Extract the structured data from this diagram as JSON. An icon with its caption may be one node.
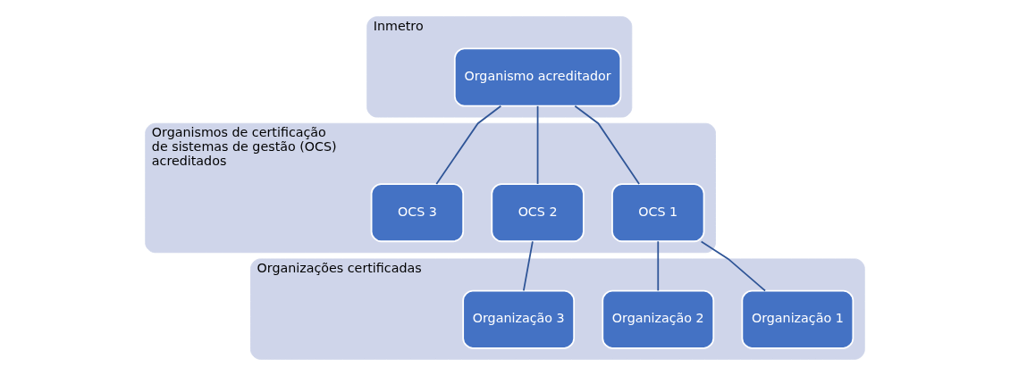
{
  "diagram": {
    "nodes": [
      {
        "text": [
          "Inmetro"
        ]
      },
      {
        "text": [
          "Organismo acreditador"
        ],
        "in": 0
      },
      {
        "text": [
          "Organismos de certificação de sistemas de gestão (OCS) acreditados"
        ]
      },
      {
        "text": [
          "OCS 1"
        ],
        "in": 2
      },
      {
        "text": [
          "OCS 2"
        ],
        "in": 2
      },
      {
        "text": [
          "OCS 3"
        ],
        "in": 2
      },
      {
        "text": [
          "Organizações certificadas"
        ]
      },
      {
        "text": [
          "Organização 1"
        ],
        "in": 6
      },
      {
        "text": [
          "Organização 2"
        ],
        "in": 6
      },
      {
        "text": [
          "Organização 3"
        ],
        "in": 6
      }
    ],
    "edges": [
      {
        "from": 1,
        "to": 3,
        "arrow": "none"
      },
      {
        "from": 1,
        "to": 4,
        "arrow": "none"
      },
      {
        "from": 1,
        "to": 5,
        "arrow": "none"
      },
      {
        "from": 3,
        "to": 7,
        "arrow": "none"
      },
      {
        "from": 3,
        "to": 8,
        "arrow": "none"
      },
      {
        "from": 4,
        "to": 9,
        "arrow": "none"
      }
    ]
  }
}
